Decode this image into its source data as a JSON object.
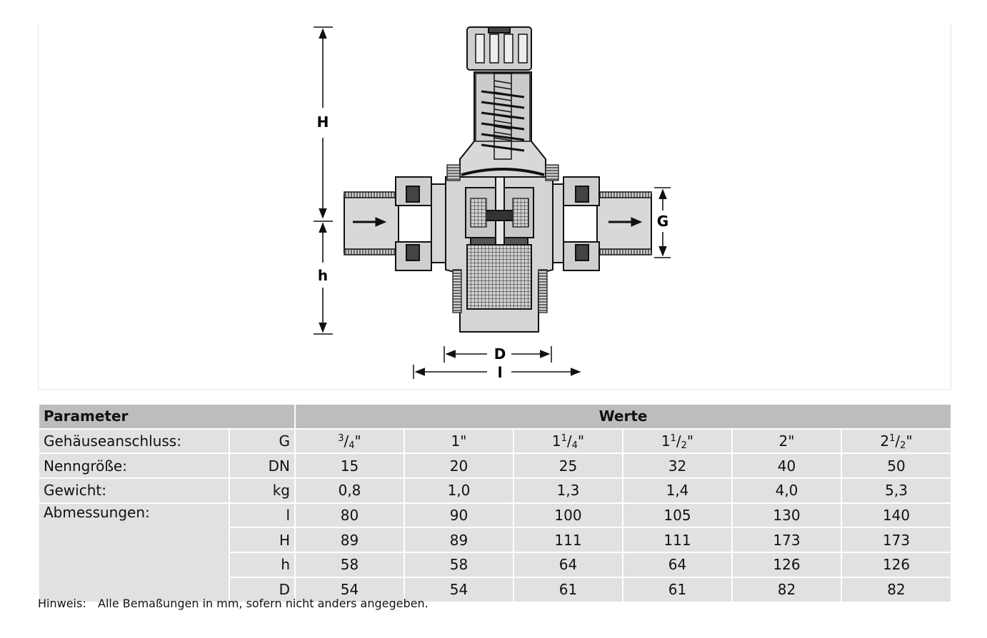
{
  "drawing": {
    "dim_labels": {
      "H": "H",
      "h": "h",
      "G": "G",
      "D": "D",
      "l": "l"
    }
  },
  "table": {
    "header_parameter": "Parameter",
    "header_values": "Werte",
    "rows": [
      {
        "label": "Gehäuseanschluss:",
        "symbol": "G",
        "values": [
          {
            "whole": "",
            "num": "3",
            "den": "4",
            "suffix": "\""
          },
          {
            "whole": "1",
            "num": "",
            "den": "",
            "suffix": "\""
          },
          {
            "whole": "1",
            "num": "1",
            "den": "4",
            "suffix": "\""
          },
          {
            "whole": "1",
            "num": "1",
            "den": "2",
            "suffix": "\""
          },
          {
            "whole": "2",
            "num": "",
            "den": "",
            "suffix": "\""
          },
          {
            "whole": "2",
            "num": "1",
            "den": "2",
            "suffix": "\""
          }
        ]
      },
      {
        "label": "Nenngröße:",
        "symbol": "DN",
        "values": [
          "15",
          "20",
          "25",
          "32",
          "40",
          "50"
        ]
      },
      {
        "label": "Gewicht:",
        "symbol": "kg",
        "values": [
          "0,8",
          "1,0",
          "1,3",
          "1,4",
          "4,0",
          "5,3"
        ]
      },
      {
        "label": "Abmessungen:",
        "symbol": "l",
        "values": [
          "80",
          "90",
          "100",
          "105",
          "130",
          "140"
        ]
      },
      {
        "label": "",
        "symbol": "H",
        "values": [
          "89",
          "89",
          "111",
          "111",
          "173",
          "173"
        ]
      },
      {
        "label": "",
        "symbol": "h",
        "values": [
          "58",
          "58",
          "64",
          "64",
          "126",
          "126"
        ]
      },
      {
        "label": "",
        "symbol": "D",
        "values": [
          "54",
          "54",
          "61",
          "61",
          "82",
          "82"
        ]
      }
    ]
  },
  "note": {
    "lead": "Hinweis:",
    "text": "Alle Bemaßungen in mm, sofern nicht anders angegeben."
  }
}
